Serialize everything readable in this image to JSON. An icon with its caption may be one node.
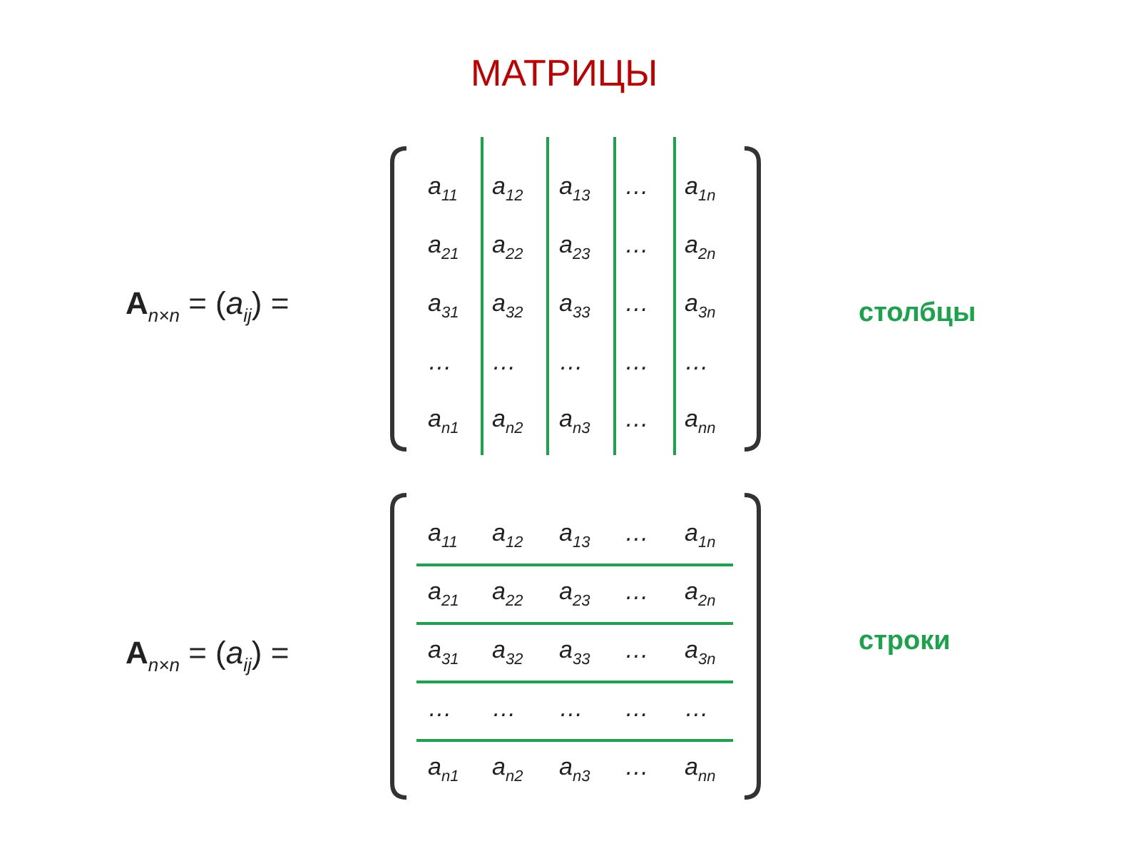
{
  "diagram": {
    "title": "МАТРИЦЫ",
    "labels": [
      "**A**$_{n×n}$ = (*a*$_{ij}$) =",
      "a$_{11}$",
      "a$_{12}$",
      "a$_{13}$",
      "…",
      "a$_{1n}$",
      "a$_{21}$",
      "a$_{22}$",
      "a$_{23}$",
      "…",
      "a$_{2n}$",
      "a$_{31}$",
      "a$_{32}$",
      "a$_{33}$",
      "…",
      "a$_{3n}$",
      "…",
      "…",
      "…",
      "…",
      "…",
      "a$_{n1}$",
      "a$_{n2}$",
      "a$_{n3}$",
      "…",
      "a$_{nn}$",
      "столбцы",
      "**A**$_{n×n}$ = (*a*$_{ij}$) =",
      "a$_{11}$",
      "a$_{12}$",
      "a$_{13}$",
      "…",
      "a$_{1n}$",
      "a$_{21}$",
      "a$_{22}$",
      "a$_{23}$",
      "…",
      "a$_{2n}$",
      "a$_{31}$",
      "a$_{32}$",
      "a$_{33}$",
      "…",
      "a$_{3n}$",
      "…",
      "…",
      "…",
      "…",
      "…",
      "a$_{n1}$",
      "a$_{n2}$",
      "a$_{n3}$",
      "…",
      "a$_{nn}$",
      "строки"
    ]
  }
}
